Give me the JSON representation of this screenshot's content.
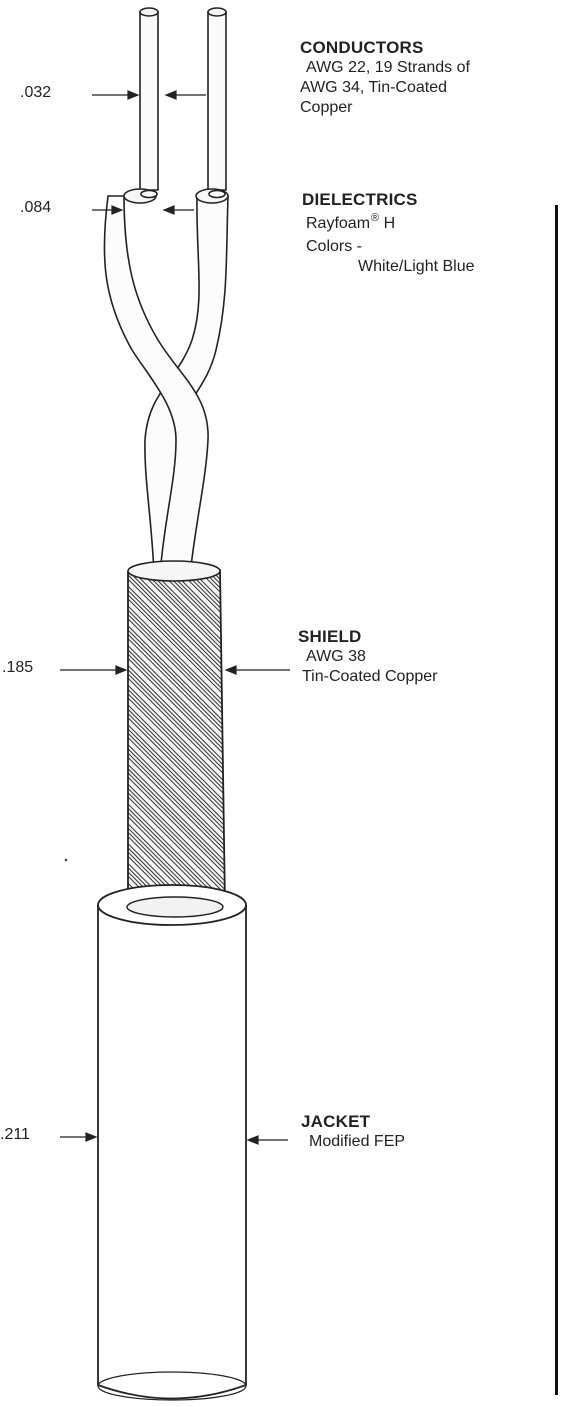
{
  "dimensions": {
    "conductor": ".032",
    "dielectric": ".084",
    "shield": ".185",
    "jacket": ".211"
  },
  "conductors": {
    "heading": "CONDUCTORS",
    "line1": "AWG 22, 19  Strands of",
    "line2": "AWG 34, Tin-Coated",
    "line3": "Copper"
  },
  "dielectrics": {
    "heading": "DIELECTRICS",
    "material": "Rayfoam",
    "material_mark": "®",
    "material_suffix": "H",
    "colors_label": "Colors -",
    "colors_value": "White/Light Blue"
  },
  "shield": {
    "heading": "SHIELD",
    "line1": "AWG 38",
    "line2": "Tin-Coated Copper"
  },
  "jacket": {
    "heading": "JACKET",
    "line1": "Modified FEP"
  }
}
